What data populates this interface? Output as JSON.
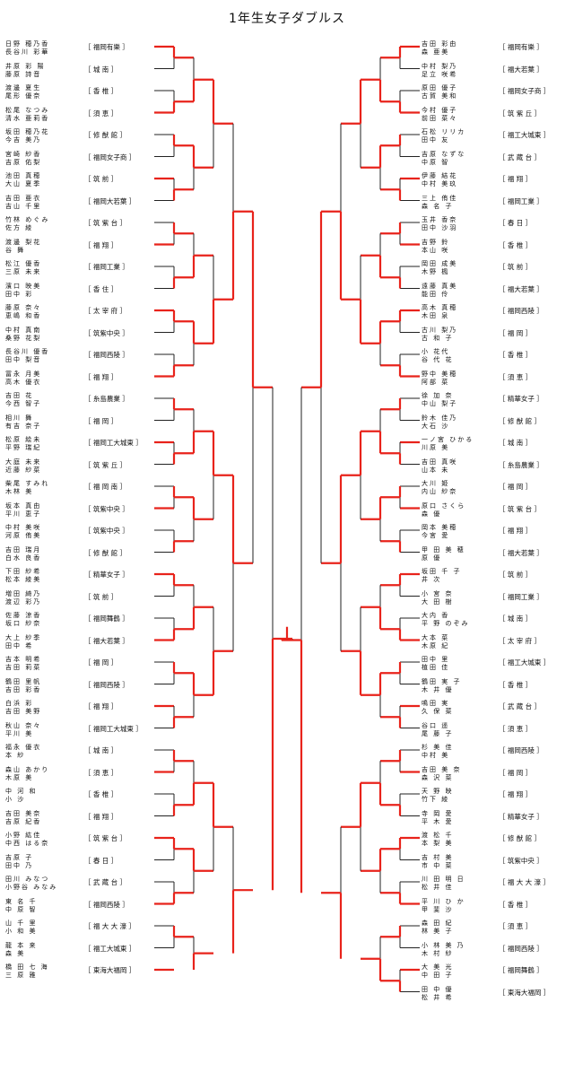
{
  "title": "1年生女子ダブルス",
  "left_pairs": [
    {
      "p1": "日野 穂乃香",
      "p2": "長谷川 彩華",
      "school": "［ 福岡有樂 ］"
    },
    {
      "p1": "井原 彩 陽",
      "p2": "藤原 詩音",
      "school": "［ 城 南 ］"
    },
    {
      "p1": "渡邊 夏生",
      "p2": "尾形 優奈",
      "school": "［ 香 椎 ］"
    },
    {
      "p1": "松尾 なつみ",
      "p2": "清水 亜莉香",
      "school": "［ 須 恵 ］"
    },
    {
      "p1": "坂田 穂乃花",
      "p2": "今吉 美乃",
      "school": "［ 修 猷 館 ］"
    },
    {
      "p1": "宮崎 紗香",
      "p2": "吉原 佑梨",
      "school": "［ 福岡女子商 ］"
    },
    {
      "p1": "池田 真穂",
      "p2": "大山 夏季",
      "school": "［ 筑 前 ］"
    },
    {
      "p1": "吉田 亜衣",
      "p2": "吉山 千里",
      "school": "［ 福岡大若葉 ］"
    },
    {
      "p1": "竹林 めぐみ",
      "p2": "佐方 綾",
      "school": "［ 筑 紫 台 ］"
    },
    {
      "p1": "渡邊 梨花",
      "p2": "谷 舞",
      "school": "［ 福 翔 ］"
    },
    {
      "p1": "松江 優香",
      "p2": "三原 未来",
      "school": "［ 福岡工業 ］"
    },
    {
      "p1": "濱口 映美",
      "p2": "田中 彩",
      "school": "［ 香 住 ］"
    },
    {
      "p1": "藤原 奈々",
      "p2": "恵嶋 和香",
      "school": "［ 太 宰 府 ］"
    },
    {
      "p1": "中村 真南",
      "p2": "桑野 花梨",
      "school": "［ 筑紫中央 ］"
    },
    {
      "p1": "長谷川 優香",
      "p2": "田中 梨音",
      "school": "［ 福岡西陵 ］"
    },
    {
      "p1": "冨永 月美",
      "p2": "高木 優衣",
      "school": "［ 福 翔 ］"
    },
    {
      "p1": "吉田 花",
      "p2": "今西 智子",
      "school": "［ 糸島農業 ］"
    },
    {
      "p1": "相川 舞",
      "p2": "有吉 奈子",
      "school": "［ 福 岡 ］"
    },
    {
      "p1": "松原 絵未",
      "p2": "平野 瑞紀",
      "school": "［ 福岡工大城東 ］"
    },
    {
      "p1": "大庭 未来",
      "p2": "近藤 紗菜",
      "school": "［ 筑 紫 丘 ］"
    },
    {
      "p1": "柴尾 すみれ",
      "p2": "木林 美",
      "school": "［ 福 岡 南 ］"
    },
    {
      "p1": "坂本 真由",
      "p2": "平川 恵子",
      "school": "［ 筑紫中央 ］"
    },
    {
      "p1": "中村 美咲",
      "p2": "河原 侑美",
      "school": "［ 筑紫中央 ］"
    },
    {
      "p1": "吉田 瑞月",
      "p2": "白水 良香",
      "school": "［ 修 猷 館 ］"
    },
    {
      "p1": "下田 紗希",
      "p2": "松本 綾美",
      "school": "［ 精華女子 ］"
    },
    {
      "p1": "増田 綺乃",
      "p2": "渡辺 彩乃",
      "school": "［ 筑 前 ］"
    },
    {
      "p1": "佐藤 涼香",
      "p2": "坂口 紗奈",
      "school": "［ 福岡舞鶴 ］"
    },
    {
      "p1": "大上 紗季",
      "p2": "田中 希",
      "school": "［ 福大若葉 ］"
    },
    {
      "p1": "吉本 明希",
      "p2": "吉田 莉菜",
      "school": "［ 福 岡 ］"
    },
    {
      "p1": "鶴田 里帆",
      "p2": "吉田 彩香",
      "school": "［ 福岡西陵 ］"
    },
    {
      "p1": "白浜 彩",
      "p2": "吉田 美野",
      "school": "［ 福 翔 ］"
    },
    {
      "p1": "秋山 奈々",
      "p2": "平川 美",
      "school": "［ 福岡工大城東 ］"
    },
    {
      "p1": "福永 優衣",
      "p2": "本 紗",
      "school": "［ 城 南 ］"
    },
    {
      "p1": "森山 あかり",
      "p2": "木原 美",
      "school": "［ 須 恵 ］"
    },
    {
      "p1": "中 河 和",
      "p2": "小 沙",
      "school": "［ 香 椎 ］"
    },
    {
      "p1": "吉田 美奈",
      "p2": "吉原 紀香",
      "school": "［ 福 翔 ］"
    },
    {
      "p1": "小野 紘佳",
      "p2": "中西 はる奈",
      "school": "［ 筑 紫 台 ］"
    },
    {
      "p1": "吉原 子",
      "p2": "田中 乃",
      "school": "［ 春 日 ］"
    },
    {
      "p1": "田川 みなつ",
      "p2": "小野谷 みなみ",
      "school": "［ 武 蔵 台 ］"
    },
    {
      "p1": "東 名 千",
      "p2": "中 原 智",
      "school": "［ 福岡西陵 ］"
    },
    {
      "p1": "山 千 里",
      "p2": "小 和 美",
      "school": "［ 福 大 大 濠 ］"
    },
    {
      "p1": "龍 本 来",
      "p2": "森 美",
      "school": "［ 福工大城東 ］"
    },
    {
      "p1": "橋 田 七 海",
      "p2": "三 原 雅",
      "school": "［ 東海大福岡 ］"
    }
  ],
  "right_pairs": [
    {
      "p1": "吉田 彩由",
      "p2": "森 亜美",
      "school": "［ 福岡有樂 ］"
    },
    {
      "p1": "中村 梨乃",
      "p2": "足立 咲希",
      "school": "［ 福大若葉 ］"
    },
    {
      "p1": "原田 優子",
      "p2": "古賀 美和",
      "school": "［ 福岡女子商 ］"
    },
    {
      "p1": "今村 優子",
      "p2": "前田 菜々",
      "school": "［ 筑 紫 丘 ］"
    },
    {
      "p1": "石松 リリカ",
      "p2": "田中 友",
      "school": "［ 福工大城東 ］"
    },
    {
      "p1": "吉原 なずな",
      "p2": "中原 智",
      "school": "［ 武 蔵 台 ］"
    },
    {
      "p1": "伊藤 結花",
      "p2": "中村 美玖",
      "school": "［ 福 翔 ］"
    },
    {
      "p1": "三上 侑佳",
      "p2": "森 名 子",
      "school": "［ 福岡工業 ］"
    },
    {
      "p1": "玉井 香奈",
      "p2": "田中 沙羽",
      "school": "［ 春 日 ］"
    },
    {
      "p1": "吉野 鈴",
      "p2": "本山 咲",
      "school": "［ 香 椎 ］"
    },
    {
      "p1": "岡田 成美",
      "p2": "木野 楓",
      "school": "［ 筑 前 ］"
    },
    {
      "p1": "遠藤 真美",
      "p2": "能田 伶",
      "school": "［ 福大若葉 ］"
    },
    {
      "p1": "高木 真穂",
      "p2": "木田 泉",
      "school": "［ 福岡西陵 ］"
    },
    {
      "p1": "古川 梨乃",
      "p2": "古 和 子",
      "school": "［ 福 岡 ］"
    },
    {
      "p1": "小 花代",
      "p2": "谷 代 花",
      "school": "［ 香 椎 ］"
    },
    {
      "p1": "野中 美穂",
      "p2": "阿部 菜",
      "school": "［ 須 恵 ］"
    },
    {
      "p1": "徐 加 奈",
      "p2": "中山 梨子",
      "school": "［ 精華女子 ］"
    },
    {
      "p1": "鈴木 佳乃",
      "p2": "大石 沙",
      "school": "［ 修 猷 館 ］"
    },
    {
      "p1": "一ノ宮 ひかる",
      "p2": "川原 美",
      "school": "［ 城 南 ］"
    },
    {
      "p1": "吉田 真咲",
      "p2": "山本 未",
      "school": "［ 糸島農業 ］"
    },
    {
      "p1": "大川 姫",
      "p2": "内山 紗奈",
      "school": "［ 福 岡 ］"
    },
    {
      "p1": "原口 さくら",
      "p2": "森 優",
      "school": "［ 筑 紫 台 ］"
    },
    {
      "p1": "岡本 美穂",
      "p2": "今宮 愛",
      "school": "［ 福 翔 ］"
    },
    {
      "p1": "甲 田 美 穂",
      "p2": "原 優",
      "school": "［ 福大若葉 ］"
    },
    {
      "p1": "坂田 千 子",
      "p2": "井 次",
      "school": "［ 筑 前 ］"
    },
    {
      "p1": "小 宮 奈",
      "p2": "大 田 樹",
      "school": "［ 福岡工業 ］"
    },
    {
      "p1": "大内 香",
      "p2": "平 野 のぞみ",
      "school": "［ 城 南 ］"
    },
    {
      "p1": "大本 菜",
      "p2": "木原 紀",
      "school": "［ 太 宰 府 ］"
    },
    {
      "p1": "田中 里",
      "p2": "植田 佳",
      "school": "［ 福工大城東 ］"
    },
    {
      "p1": "鶴田 実 子",
      "p2": "木 井 優",
      "school": "［ 香 椎 ］"
    },
    {
      "p1": "鳴田 実",
      "p2": "久 保 菜",
      "school": "［ 武 蔵 台 ］"
    },
    {
      "p1": "谷口 遥",
      "p2": "尾 藤 子",
      "school": "［ 須 恵 ］"
    },
    {
      "p1": "杉 美 佳",
      "p2": "中村 美",
      "school": "［ 福岡西陵 ］"
    },
    {
      "p1": "吉田 美 奈",
      "p2": "森 沢 菜",
      "school": "［ 福 岡 ］"
    },
    {
      "p1": "天 野 映",
      "p2": "竹下 綾",
      "school": "［ 福 翔 ］"
    },
    {
      "p1": "寺 岡 愛",
      "p2": "平 木 愛",
      "school": "［ 精華女子 ］"
    },
    {
      "p1": "渡 松 千",
      "p2": "本 梨 美",
      "school": "［ 修 猷 館 ］"
    },
    {
      "p1": "吉 村 美",
      "p2": "市 中 菜",
      "school": "［ 筑紫中央 ］"
    },
    {
      "p1": "川 田 明 日",
      "p2": "松 井 佳",
      "school": "［ 福 大 大 濠 ］"
    },
    {
      "p1": "平 川 ひ か",
      "p2": "甲 斐 沙",
      "school": "［ 香 椎 ］"
    },
    {
      "p1": "森 田 紀",
      "p2": "林 美 子",
      "school": "［ 須 恵 ］"
    },
    {
      "p1": "小 林 美 乃",
      "p2": "木 村 紗",
      "school": "［ 福岡西陵 ］"
    },
    {
      "p1": "大 美 光",
      "p2": "中 田 子",
      "school": "［ 福岡舞鶴 ］"
    },
    {
      "p1": "田 中 優",
      "p2": "松 井 希",
      "school": "［ 東海大福岡 ］"
    }
  ]
}
